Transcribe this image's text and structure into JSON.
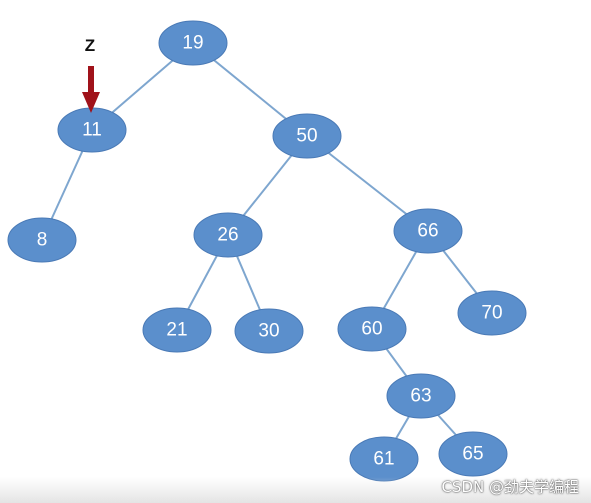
{
  "colors": {
    "node_fill": "#5b8fcc",
    "node_stroke": "#4a7ab6",
    "edge": "#7ea6cf",
    "pointer_arrow": "#a0121a",
    "label_text": "#ffffff"
  },
  "pointer": {
    "label": "Z",
    "target": "11"
  },
  "tree": {
    "nodes": [
      "19",
      "11",
      "50",
      "8",
      "26",
      "66",
      "21",
      "30",
      "60",
      "70",
      "63",
      "61",
      "65"
    ],
    "edges": [
      [
        "19",
        "11"
      ],
      [
        "19",
        "50"
      ],
      [
        "11",
        "8"
      ],
      [
        "50",
        "26"
      ],
      [
        "50",
        "66"
      ],
      [
        "26",
        "21"
      ],
      [
        "26",
        "30"
      ],
      [
        "66",
        "60"
      ],
      [
        "66",
        "70"
      ],
      [
        "60",
        "63"
      ],
      [
        "63",
        "61"
      ],
      [
        "63",
        "65"
      ]
    ]
  },
  "watermark": "CSDN @劲夫学编程"
}
